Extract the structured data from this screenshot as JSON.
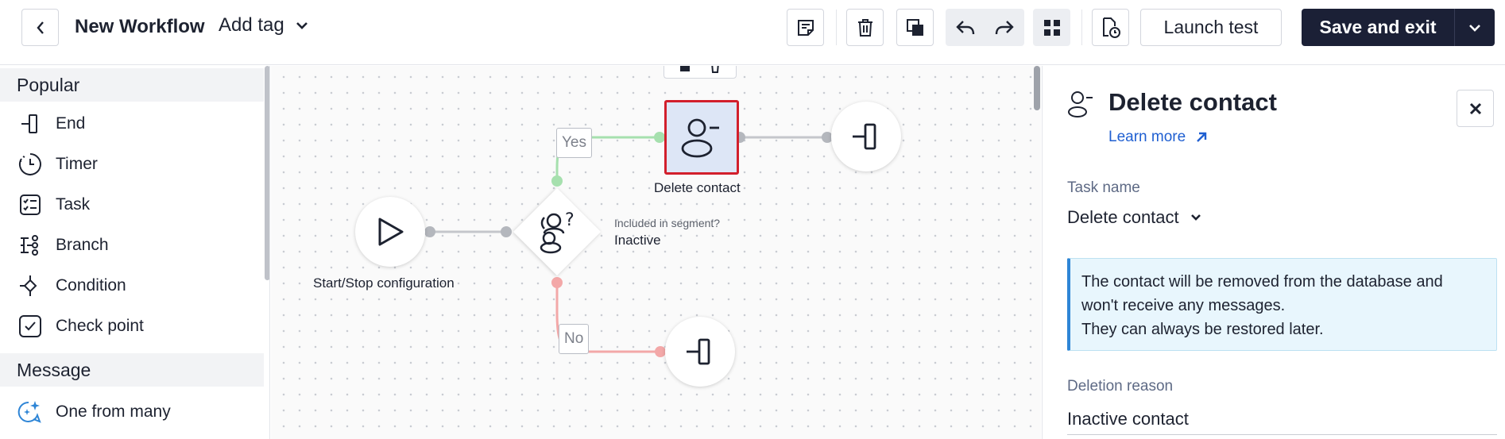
{
  "header": {
    "title": "New Workflow",
    "tag_label": "Add tag",
    "launch_test": "Launch test",
    "save_and_exit": "Save and exit"
  },
  "palette": {
    "sections": [
      {
        "title": "Popular",
        "items": [
          {
            "label": "End",
            "icon": "end-icon"
          },
          {
            "label": "Timer",
            "icon": "timer-icon"
          },
          {
            "label": "Task",
            "icon": "task-icon"
          },
          {
            "label": "Branch",
            "icon": "branch-icon"
          },
          {
            "label": "Condition",
            "icon": "condition-icon"
          },
          {
            "label": "Check point",
            "icon": "checkpoint-icon"
          }
        ]
      },
      {
        "title": "Message",
        "items": [
          {
            "label": "One from many",
            "icon": "sparkle-chat-icon"
          }
        ]
      }
    ]
  },
  "canvas": {
    "start_caption": "Start/Stop configuration",
    "condition_question": "Included in segment?",
    "condition_value": "Inactive",
    "yes_label": "Yes",
    "no_label": "No",
    "delete_caption": "Delete contact"
  },
  "panel": {
    "title": "Delete contact",
    "learn_more": "Learn more",
    "task_name_label": "Task name",
    "task_name_value": "Delete contact",
    "info_line1": "The contact will be removed from the database and",
    "info_line2": "won't receive any messages.",
    "info_line3": "They can always be restored later.",
    "deletion_reason_label": "Deletion reason",
    "deletion_reason_value": "Inactive contact"
  },
  "colors": {
    "primary_dark": "#1b2036",
    "link_blue": "#1f5fd1",
    "selected_border": "#d21f2c",
    "yes_green": "#9fdca9",
    "no_red": "#f2a5a5",
    "info_bg": "#e8f6fd"
  }
}
